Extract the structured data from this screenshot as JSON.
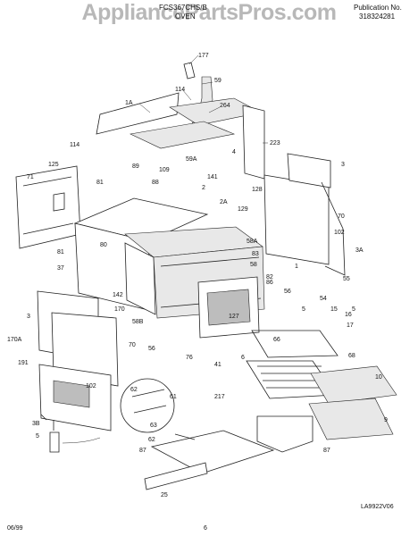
{
  "header": {
    "model": "FCS367CHS/B",
    "section": "OVEN",
    "publication_label": "Publication No.",
    "publication_number": "318324281"
  },
  "watermark": "AppliancePartsPros.com",
  "callouts": [
    "177",
    "59",
    "114",
    "1A",
    "264",
    "223",
    "114",
    "4",
    "125",
    "71",
    "89",
    "109",
    "59A",
    "3",
    "141",
    "128",
    "81",
    "88",
    "2",
    "129",
    "2A",
    "70",
    "102",
    "37",
    "80",
    "3A",
    "81",
    "58A",
    "83",
    "82",
    "1",
    "58",
    "55",
    "3",
    "142",
    "170",
    "56",
    "86",
    "54",
    "5",
    "58B",
    "127",
    "16",
    "15",
    "17",
    "5",
    "170A",
    "70",
    "191",
    "76",
    "56",
    "66",
    "6",
    "68",
    "10",
    "102",
    "41",
    "62",
    "217",
    "61",
    "63",
    "3B",
    "5",
    "9",
    "62",
    "87",
    "87",
    "25"
  ],
  "footer": {
    "date": "06/99",
    "page": "6",
    "diagram_code": "LA9922V06"
  }
}
